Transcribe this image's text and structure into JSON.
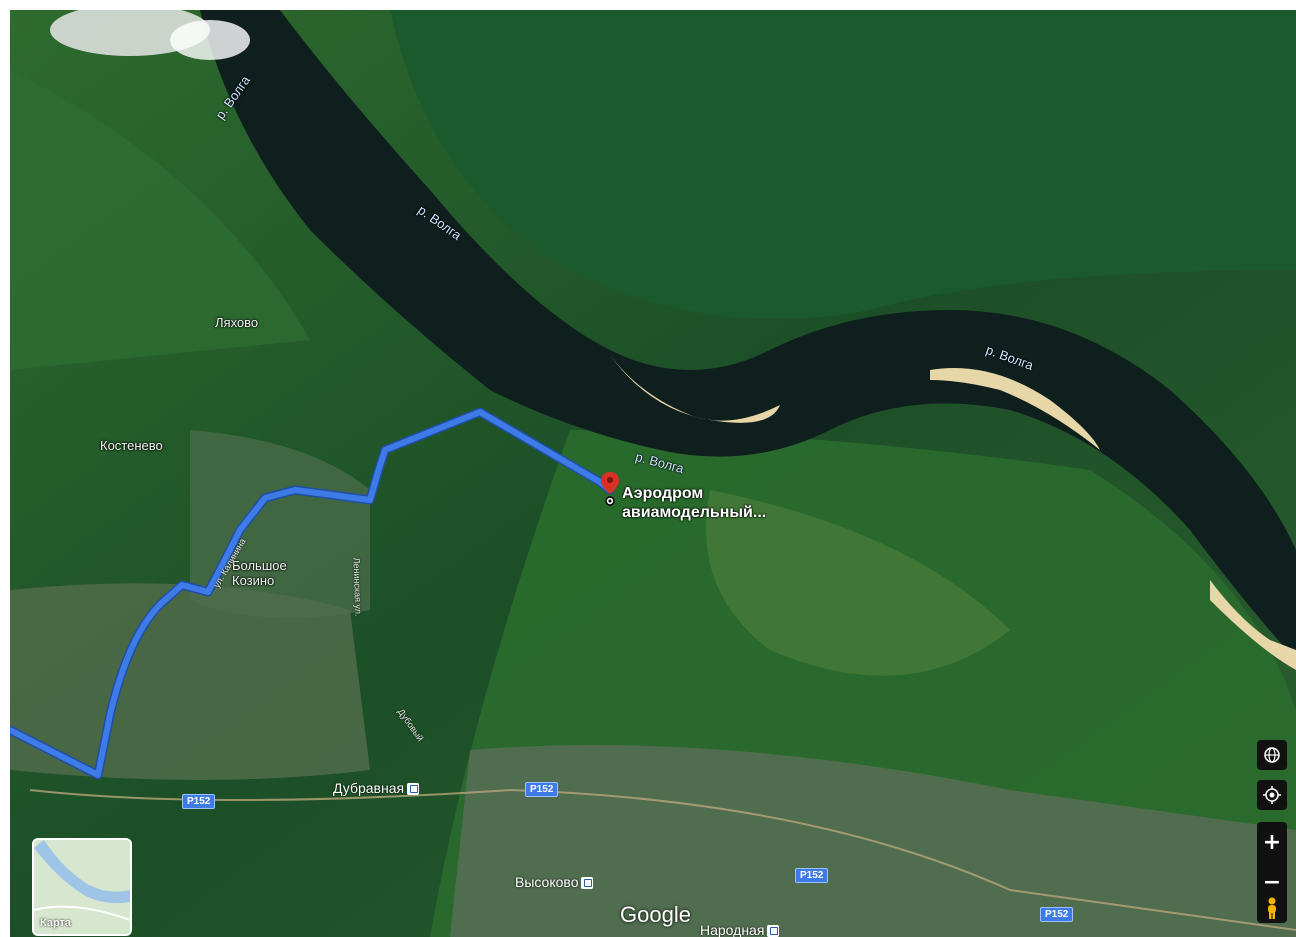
{
  "map": {
    "rivers": [
      {
        "label": "р. Волга"
      },
      {
        "label": "р. Волга"
      },
      {
        "label": "р. Волга"
      },
      {
        "label": "р. Волга"
      }
    ],
    "towns": [
      "Ляхово",
      "Костенево",
      "Большое Козино"
    ],
    "destination": {
      "line1": "Аэродром",
      "line2": "авиамодельный..."
    },
    "streets": [
      "ул. Калинина",
      "Ленинская ул.",
      "Дубовый"
    ],
    "road_shields": [
      "P152",
      "P152",
      "P152",
      "P152"
    ],
    "rail_stations": [
      "Дубравная",
      "Высоково",
      "Народная"
    ],
    "controls": {
      "globe": "globe-icon",
      "locate": "locate-icon",
      "zoom_in": "+",
      "zoom_out": "−",
      "pegman": "pegman-icon"
    },
    "thumbnail_label": "Карта",
    "logo": "Google",
    "colors": {
      "route": "#3e7be6",
      "river": "#0f1f1e",
      "pin": "#d93025"
    }
  }
}
